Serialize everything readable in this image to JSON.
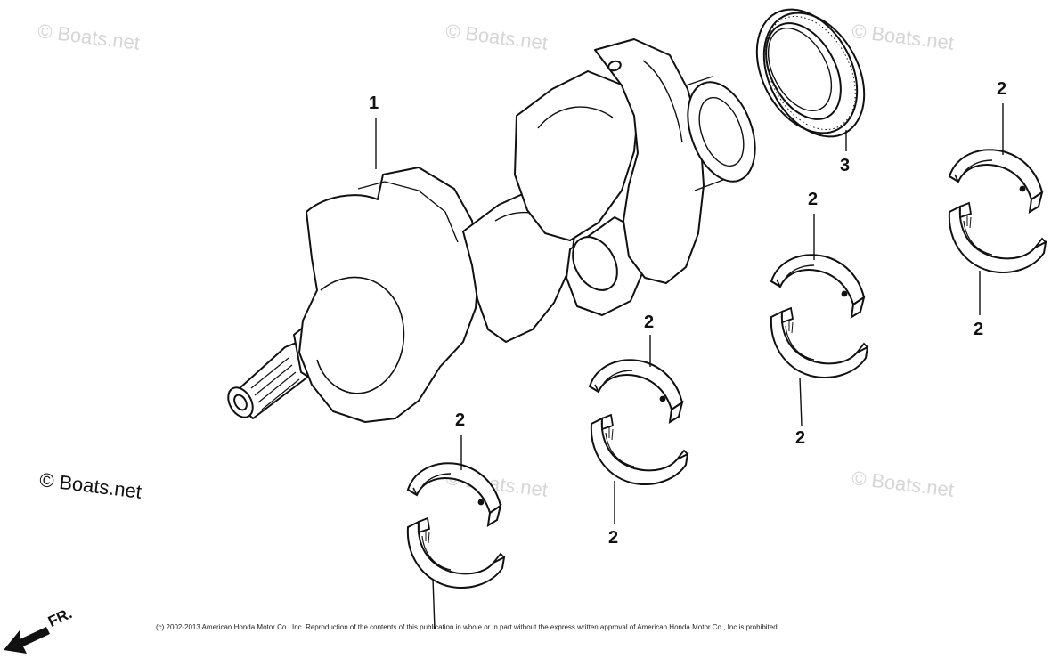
{
  "watermarks": {
    "faint": "© Boats.net",
    "strong": "© Boats.net"
  },
  "callouts": {
    "crankshaft": "1",
    "oil_seal": "3",
    "bearing": "2"
  },
  "footer": {
    "copyright": "(c) 2002-2013 American Honda Motor Co., Inc. Reproduction of the contents of this publication in whole or in part without the express written approval of American Honda Motor Co., Inc is prohibited.",
    "direction_label": "FR."
  },
  "colors": {
    "line": "#111111",
    "watermark": "#d6d6d6",
    "background": "#ffffff"
  },
  "icons": {
    "direction": "front-arrow-icon"
  }
}
